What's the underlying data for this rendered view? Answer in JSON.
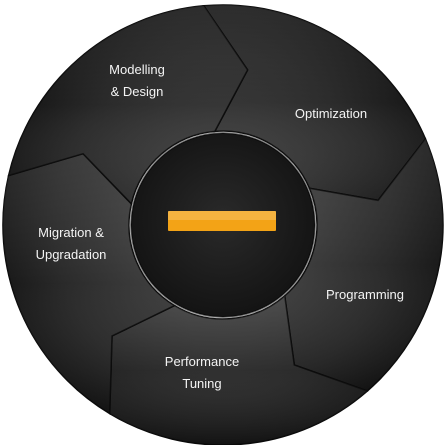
{
  "diagram": {
    "segments": [
      {
        "id": "modelling-design",
        "lines": [
          "Modelling",
          "& Design"
        ]
      },
      {
        "id": "optimization",
        "lines": [
          "Optimization"
        ]
      },
      {
        "id": "programming",
        "lines": [
          "Programming"
        ]
      },
      {
        "id": "performance-tuning",
        "lines": [
          "Performance",
          "Tuning"
        ]
      },
      {
        "id": "migration-upgradation",
        "lines": [
          "Migration &",
          "Upgradation"
        ]
      }
    ],
    "center_logo": {
      "color": "#f3a316"
    },
    "colors": {
      "segment_dark": "#141414",
      "segment_light": "#444444",
      "hub": "#1a1a1a",
      "text": "#f4f4f4"
    }
  }
}
